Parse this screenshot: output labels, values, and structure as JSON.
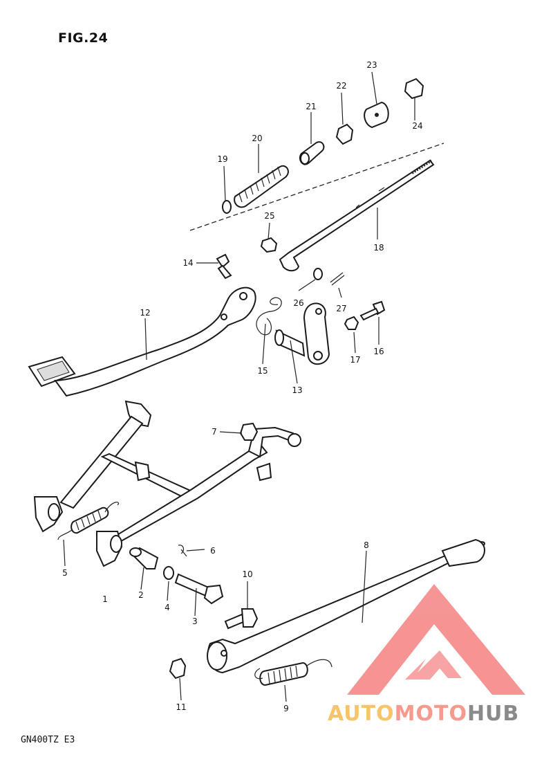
{
  "figure": {
    "title": "FIG.24",
    "model_code": "GN400TZ E3"
  },
  "watermark": {
    "word_part1": "AUTO",
    "word_part2": "MOTO",
    "word_part3": "HUB",
    "color_auto": "#f7c46a",
    "color_moto": "#f59a8c",
    "color_hub": "#8a8a8a",
    "triangle_color": "#f47a7a"
  },
  "labels": [
    "1",
    "2",
    "3",
    "4",
    "5",
    "6",
    "7",
    "8",
    "9",
    "10",
    "11",
    "12",
    "13",
    "14",
    "15",
    "16",
    "17",
    "18",
    "19",
    "20",
    "21",
    "22",
    "23",
    "24",
    "25",
    "26",
    "27"
  ]
}
